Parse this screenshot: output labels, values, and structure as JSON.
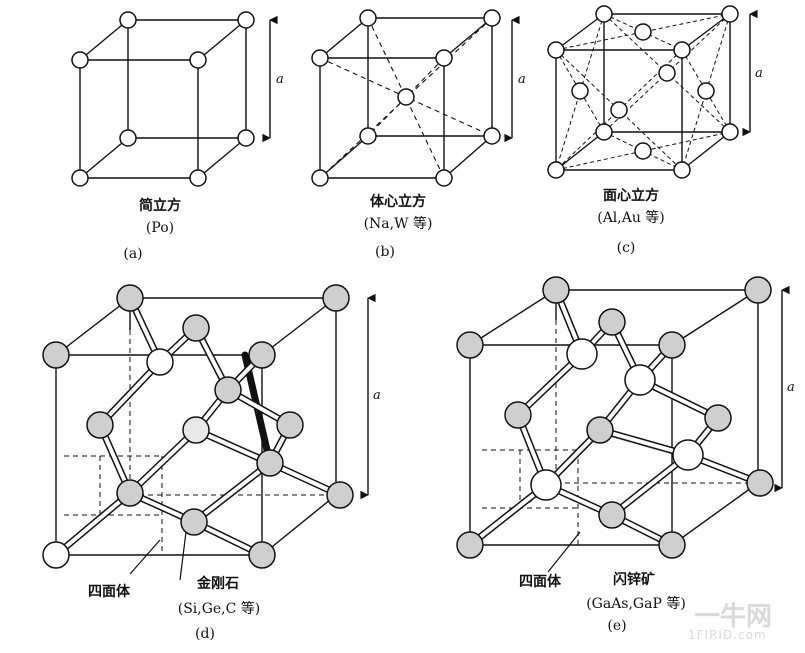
{
  "panels": [
    {
      "id": "a",
      "title": "简立方",
      "example": "(Po)",
      "tag": "(a)"
    },
    {
      "id": "b",
      "title": "体心立方",
      "example": "(Na,W 等)",
      "tag": "(b)"
    },
    {
      "id": "c",
      "title": "面心立方",
      "example": "(Al,Au 等)",
      "tag": "(c)"
    },
    {
      "id": "d",
      "title": "金刚石",
      "example": "(Si,Ge,C 等)",
      "tag": "(d)",
      "pointer": "四面体"
    },
    {
      "id": "e",
      "title": "闪锌矿",
      "example": "(GaAs,GaP 等)",
      "tag": "(e)",
      "pointer": "四面体"
    }
  ],
  "axis_label": "a",
  "watermark": {
    "main": "一牛网",
    "sub": "1FIRID.com"
  }
}
